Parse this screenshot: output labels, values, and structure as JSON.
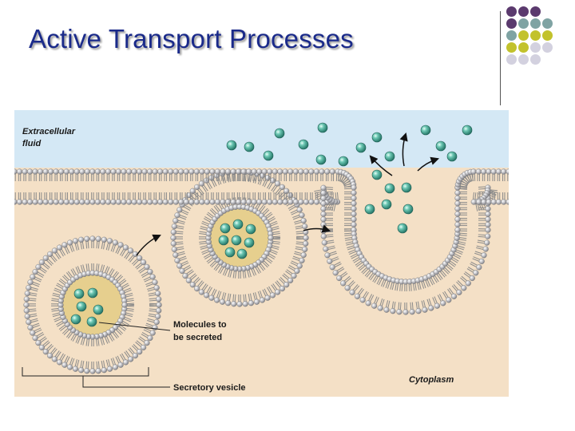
{
  "slide": {
    "title": "Active Transport Processes"
  },
  "decor": {
    "dot_colors": {
      "purple": "#5b3a6e",
      "teal": "#7fa3a3",
      "olive": "#c2c22c",
      "lavender": "#d3d1df"
    },
    "dot_grid": [
      [
        "purple",
        "purple",
        "purple",
        null
      ],
      [
        "purple",
        "teal",
        "teal",
        "teal"
      ],
      [
        "teal",
        "olive",
        "olive",
        "olive"
      ],
      [
        "olive",
        "olive",
        "lavender",
        "lavender"
      ],
      [
        "lavender",
        "lavender",
        "lavender",
        null
      ]
    ]
  },
  "figure": {
    "labels": {
      "extracellular_line1": "Extracellular",
      "extracellular_line2": "fluid",
      "molecules_line1": "Molecules to",
      "molecules_line2": "be secreted",
      "vesicle": "Secretory vesicle",
      "cytoplasm": "Cytoplasm"
    },
    "colors": {
      "extracellular": "#d4e8f5",
      "cytoplasm": "#f4e0c6",
      "lipid_head": "#a0a0a5",
      "lipid_tail": "#8a8a8a",
      "vesicle_lumen": "#e6cf8e",
      "molecule": "#3a9f8c"
    }
  }
}
